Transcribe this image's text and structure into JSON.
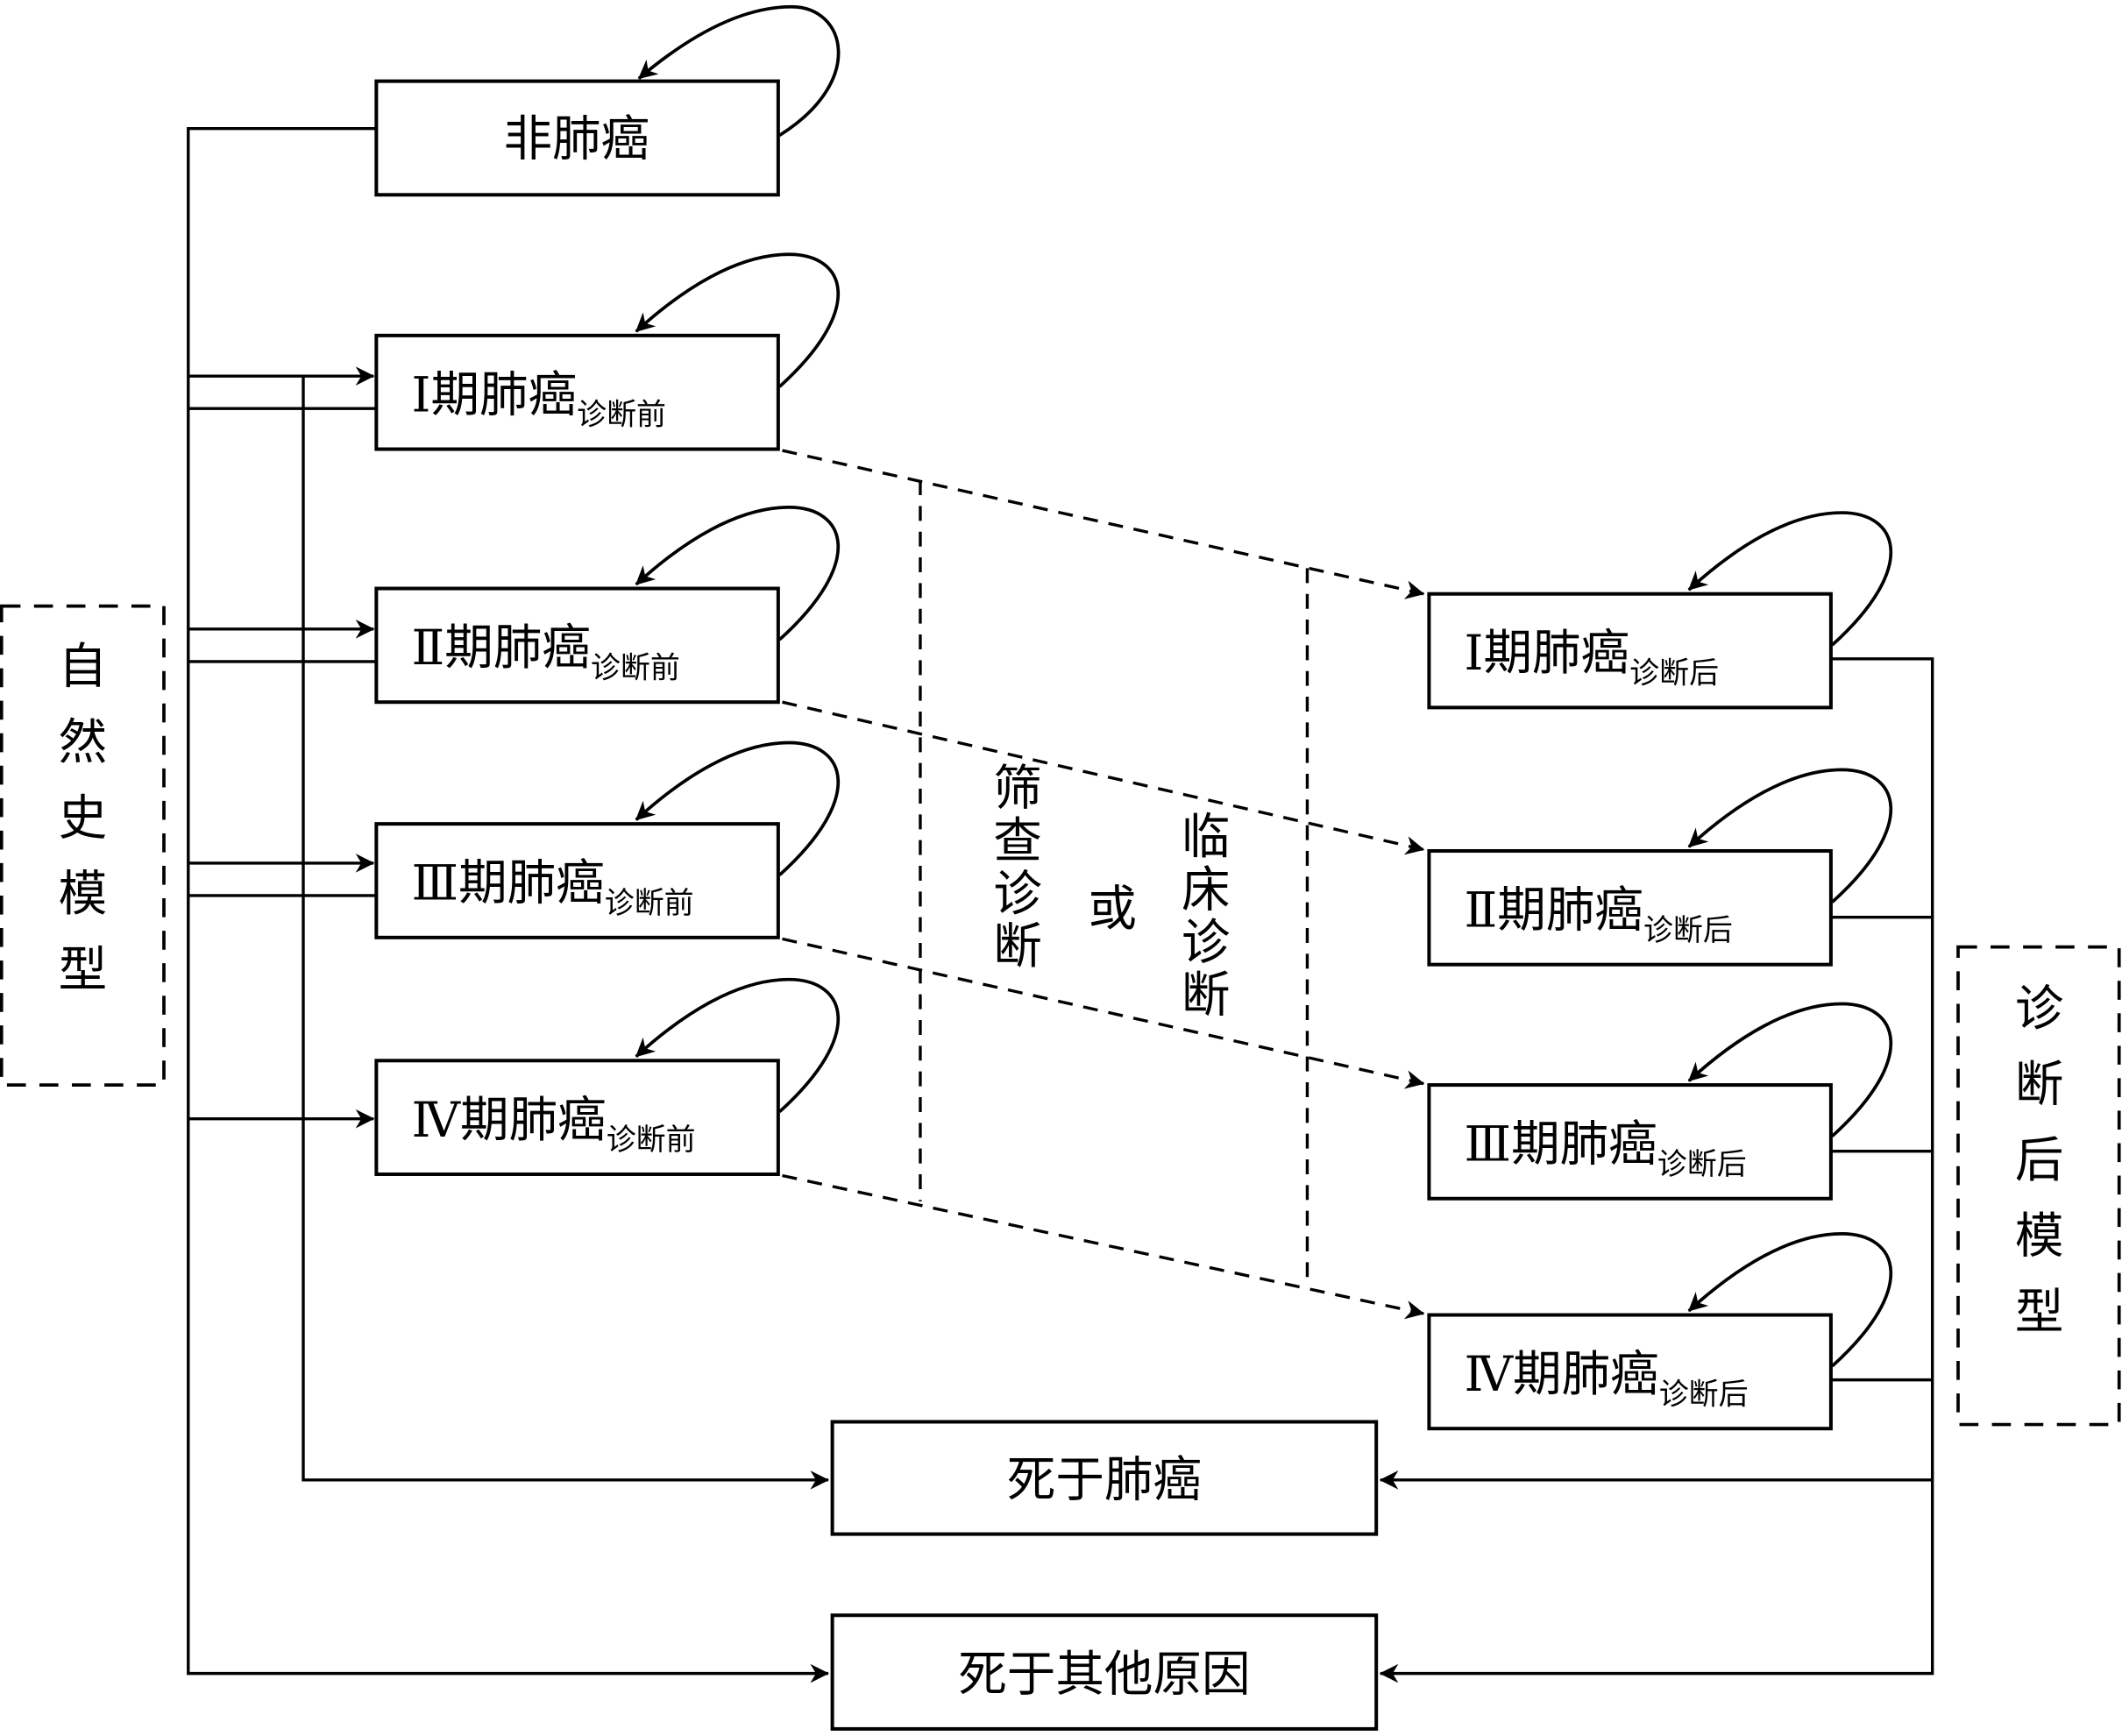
{
  "diagram": {
    "natural_history_model": {
      "label": "自然史模型"
    },
    "post_diagnosis_model": {
      "label": "诊断后模型"
    },
    "states": {
      "non_lung_cancer": {
        "label": "非肺癌"
      },
      "pre": [
        {
          "roman": "Ⅰ",
          "label": "期肺癌",
          "sub": "诊断前"
        },
        {
          "roman": "Ⅱ",
          "label": "期肺癌",
          "sub": "诊断前"
        },
        {
          "roman": "Ⅲ",
          "label": "期肺癌",
          "sub": "诊断前"
        },
        {
          "roman": "Ⅳ",
          "label": "期肺癌",
          "sub": "诊断前"
        }
      ],
      "post": [
        {
          "roman": "Ⅰ",
          "label": "期肺癌",
          "sub": "诊断后"
        },
        {
          "roman": "Ⅱ",
          "label": "期肺癌",
          "sub": "诊断后"
        },
        {
          "roman": "Ⅲ",
          "label": "期肺癌",
          "sub": "诊断后"
        },
        {
          "roman": "Ⅳ",
          "label": "期肺癌",
          "sub": "诊断后"
        }
      ],
      "death_lung_cancer": {
        "label": "死于肺癌"
      },
      "death_other": {
        "label": "死于其他原因"
      }
    },
    "diagnosis_transition": {
      "screening": "筛查诊断",
      "or": "或",
      "clinical": "临床诊断"
    }
  }
}
